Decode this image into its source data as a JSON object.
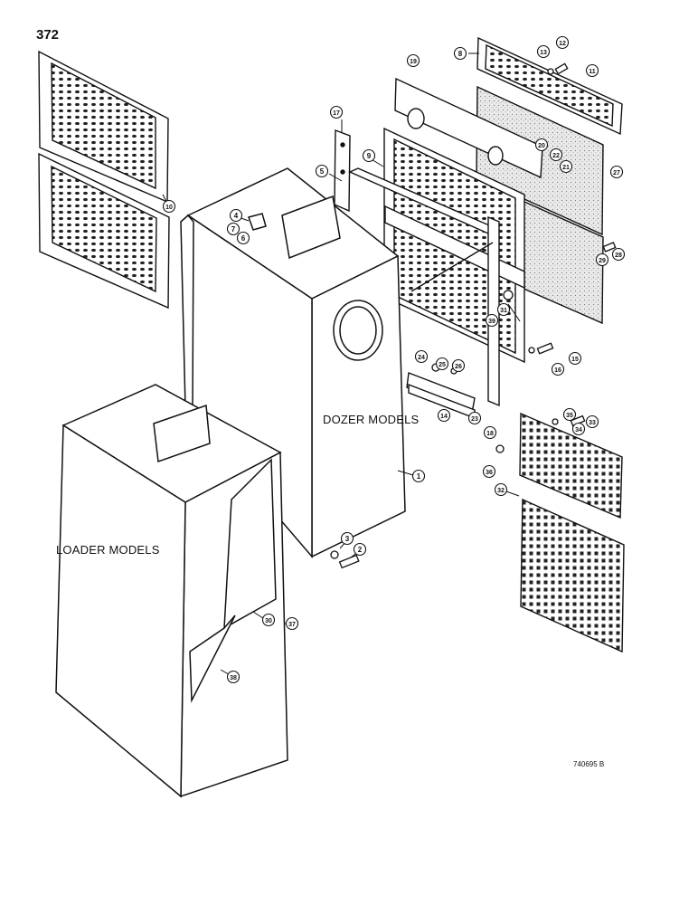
{
  "page_number": "372",
  "labels": {
    "dozer": "DOZER MODELS",
    "loader": "LOADER MODELS"
  },
  "figure_code": "740695 B",
  "callouts": [
    "1",
    "2",
    "3",
    "4",
    "5",
    "6",
    "7",
    "8",
    "9",
    "10",
    "11",
    "12",
    "13",
    "14",
    "15",
    "16",
    "17",
    "18",
    "19",
    "20",
    "21",
    "22",
    "23",
    "24",
    "25",
    "26",
    "27",
    "28",
    "29",
    "30",
    "31",
    "32",
    "33",
    "34",
    "35",
    "36",
    "37",
    "38",
    "39"
  ]
}
